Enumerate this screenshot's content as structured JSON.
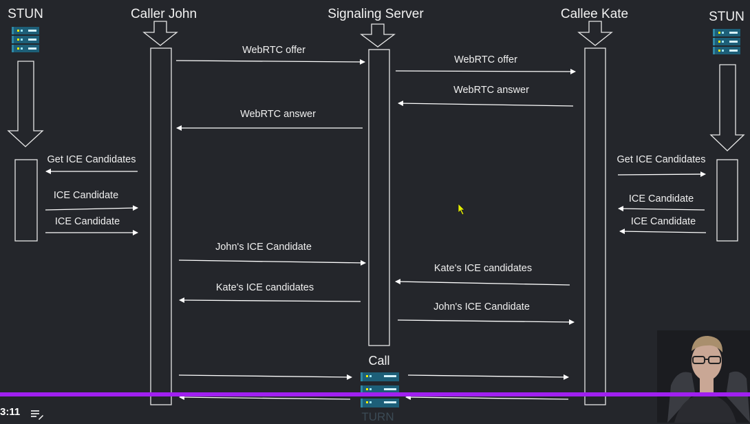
{
  "participants": {
    "stun_left": "STUN",
    "caller": "Caller John",
    "server": "Signaling Server",
    "callee": "Callee Kate",
    "stun_right": "STUN"
  },
  "messages": {
    "m1": "WebRTC offer",
    "m2": "WebRTC offer",
    "m3": "WebRTC answer",
    "m4": "WebRTC answer",
    "l_get": "Get ICE Candidates",
    "l_ice1": "ICE Candidate",
    "l_ice2": "ICE Candidate",
    "r_get": "Get ICE Candidates",
    "r_ice1": "ICE Candidate",
    "r_ice2": "ICE Candidate",
    "johns1": "John's ICE Candidate",
    "kates1": "Kate's ICE candidates",
    "kates2": "Kate's ICE candidates",
    "johns2": "John's ICE Candidate",
    "call": "Call",
    "turn": "TURN"
  },
  "player": {
    "time": "3:11",
    "accent_color": "#a020f0"
  }
}
